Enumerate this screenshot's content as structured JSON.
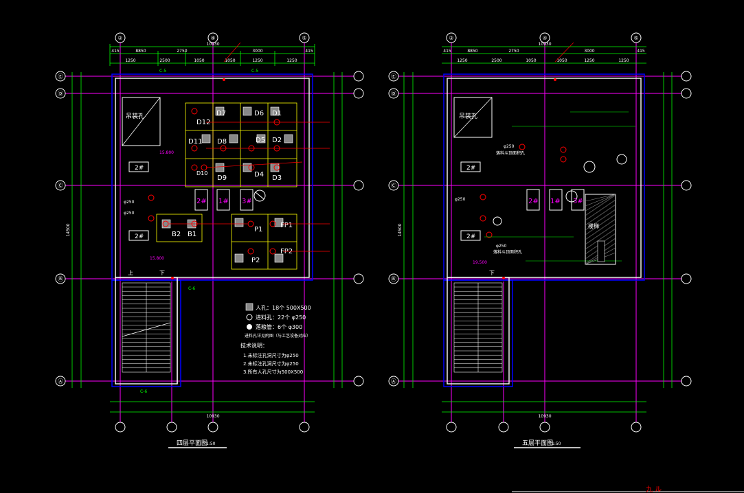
{
  "colors": {
    "background": "#000000",
    "wall": "#ffffff",
    "axis": "#ff00ff",
    "dimension": "#00ff00",
    "window": "#0000ff",
    "red": "#ff0000",
    "yellow": "#ffff00",
    "cyan": "#00ffff"
  },
  "plan_left": {
    "title": "四层平面图",
    "scale": "1:50",
    "axis_top": [
      "②",
      "④",
      "⑤"
    ],
    "axis_left": [
      "Ⓔ",
      "Ⓓ",
      "Ⓒ",
      "Ⓑ",
      "Ⓐ"
    ],
    "overall_width": "10930",
    "dims_top_row1": [
      "415",
      "8850",
      "2750",
      "3000",
      "415"
    ],
    "dims_top_row2": [
      "1250",
      "2500",
      "1050",
      "1050",
      "1250",
      "1250"
    ],
    "overall_height": "14500",
    "hoist_label": "吊装孔",
    "rooms": [
      "D7",
      "D6",
      "D1",
      "D12",
      "D11",
      "D8",
      "D5",
      "D2",
      "D10",
      "D9",
      "D4",
      "D3",
      "B2",
      "B1",
      "P1",
      "FP1",
      "P2",
      "FP2"
    ],
    "shafts": [
      "2#",
      "1#",
      "3#"
    ],
    "small_boxes": [
      "2#",
      "2#"
    ],
    "elevations": [
      "15.800",
      "15.800"
    ],
    "pipe_labels": [
      "φ250",
      "φ250"
    ],
    "up": "上",
    "down": "下",
    "legend": {
      "manhole": "人孔：18个 500X500",
      "feed_hole": "进料孔：22个 φ250",
      "drop_pipe": "落粮管：6个 φ300",
      "note": "进料孔详见附图（与工艺设备对应）",
      "tech_title": "技术说明：",
      "tech_items": [
        "1.未标注孔洞尺寸为φ250",
        "2.未标注孔洞尺寸为φ250",
        "3.所有人孔尺寸为500X500"
      ]
    },
    "section_marks": [
      "C-5",
      "C-5",
      "C-6",
      "C-6"
    ]
  },
  "plan_right": {
    "title": "五层平面图",
    "scale": "1:50",
    "axis_top": [
      "②",
      "④",
      "⑤"
    ],
    "axis_left": [
      "Ⓔ",
      "Ⓓ",
      "Ⓒ",
      "Ⓑ",
      "Ⓐ"
    ],
    "overall_width": "10930",
    "dims_top_row1": [
      "415",
      "8850",
      "2750",
      "3000",
      "415"
    ],
    "dims_top_row2": [
      "1250",
      "2500",
      "1050",
      "1050",
      "1250",
      "1250"
    ],
    "overall_height": "14500",
    "hoist_label": "吊装孔",
    "shafts": [
      "2#",
      "1#",
      "3#"
    ],
    "small_boxes": [
      "2#",
      "2#"
    ],
    "elevation": "19.500",
    "stair_label": "楼梯",
    "pipe_labels": [
      "φ250",
      "φ250",
      "φ250"
    ],
    "hole_note": "落料斗顶面积孔",
    "down": "下"
  },
  "bottom_right_text": "九 ル"
}
